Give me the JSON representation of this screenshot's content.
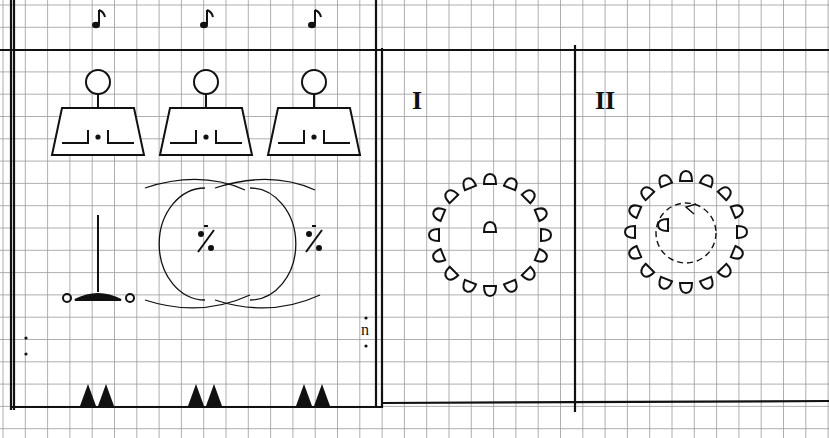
{
  "diagram": {
    "labels": [
      "I",
      "II",
      "n"
    ]
  }
}
